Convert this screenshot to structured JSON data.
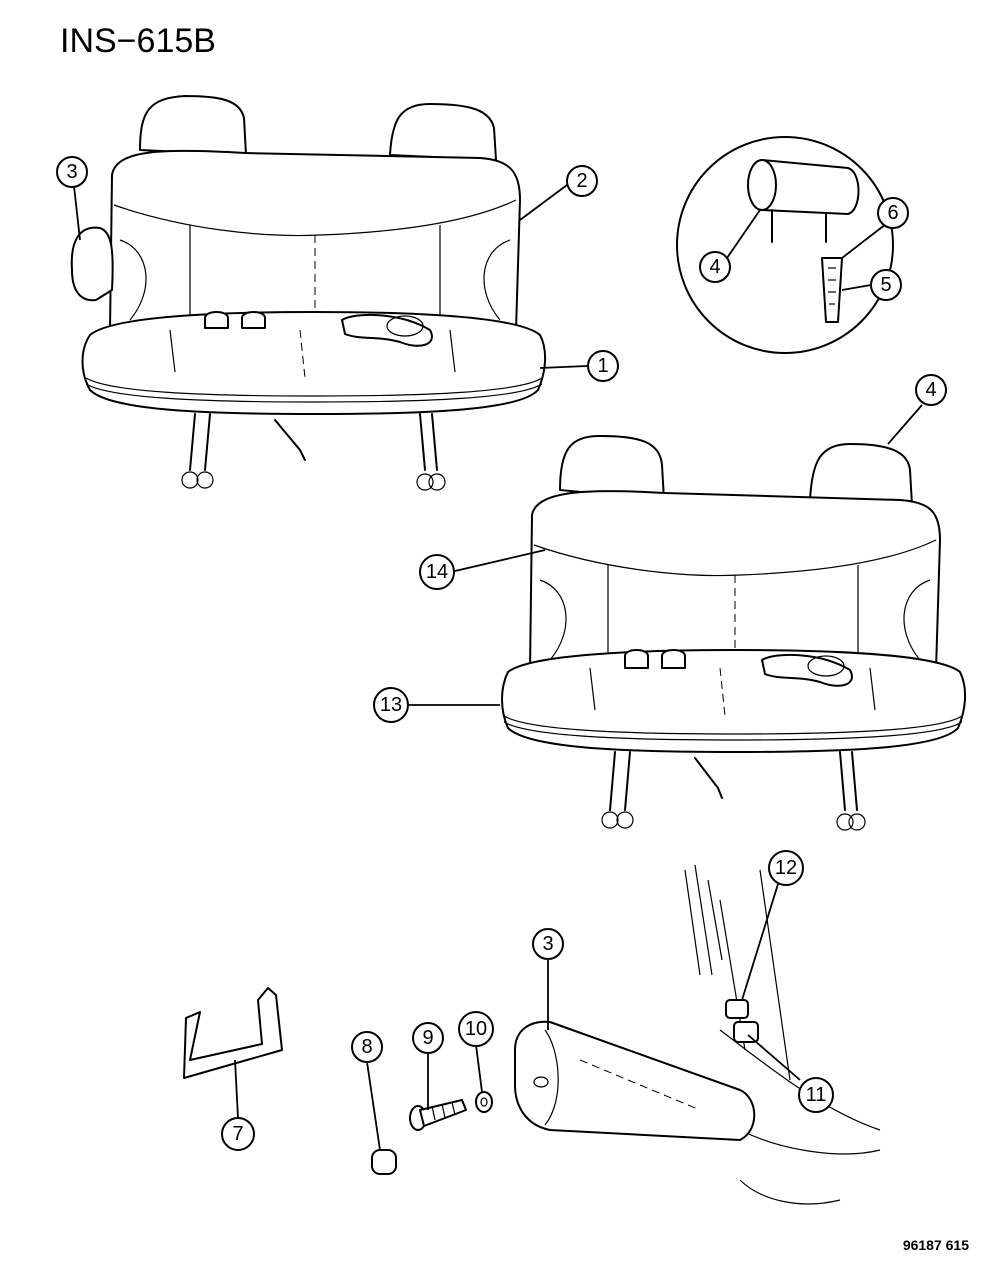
{
  "header": {
    "title": "INS−615B"
  },
  "footer": {
    "code": "96187  615"
  },
  "callouts": [
    {
      "id": "c3a",
      "label": "3"
    },
    {
      "id": "c2",
      "label": "2"
    },
    {
      "id": "c1",
      "label": "1"
    },
    {
      "id": "c4a",
      "label": "4"
    },
    {
      "id": "c6",
      "label": "6"
    },
    {
      "id": "c5",
      "label": "5"
    },
    {
      "id": "c4b",
      "label": "4"
    },
    {
      "id": "c14",
      "label": "14"
    },
    {
      "id": "c13",
      "label": "13"
    },
    {
      "id": "c12",
      "label": "12"
    },
    {
      "id": "c3b",
      "label": "3"
    },
    {
      "id": "c10",
      "label": "10"
    },
    {
      "id": "c9",
      "label": "9"
    },
    {
      "id": "c8",
      "label": "8"
    },
    {
      "id": "c11",
      "label": "11"
    },
    {
      "id": "c7",
      "label": "7"
    }
  ]
}
